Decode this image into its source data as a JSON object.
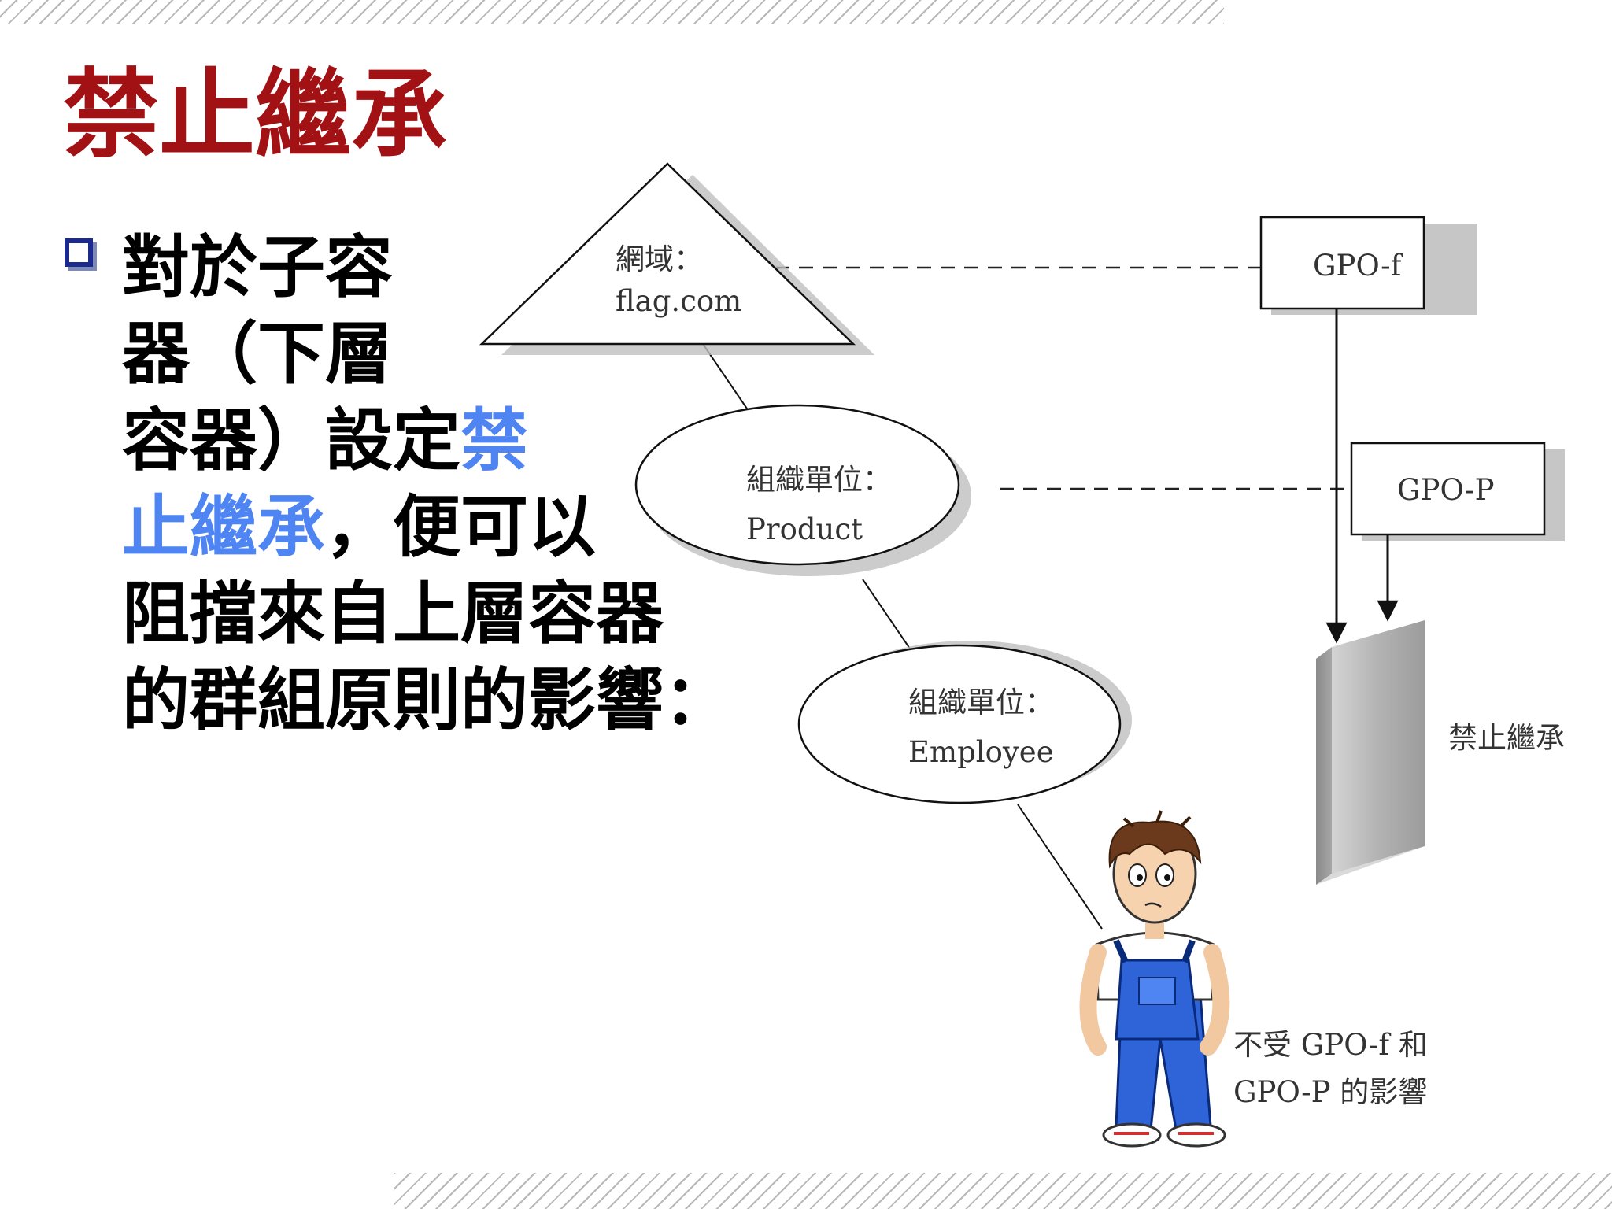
{
  "slide": {
    "title": "禁止繼承",
    "bullet": {
      "line1": "對於子容",
      "line2": "器（下層",
      "line3": "容器）設定",
      "line3_highlight": "禁",
      "line4_highlight": "止繼承",
      "line4": "，便可以",
      "line5": "阻擋來自上層容器",
      "line6": "的群組原則的影響："
    }
  },
  "diagram": {
    "domain": {
      "label": "網域：",
      "name": "flag.com"
    },
    "ou_product": {
      "label": "組織單位：",
      "name": "Product"
    },
    "ou_employee": {
      "label": "組織單位：",
      "name": "Employee"
    },
    "gpo_f": "GPO-f",
    "gpo_p": "GPO-P",
    "block_label": "禁止繼承",
    "note_line1": "不受 GPO-f 和",
    "note_line2": "GPO-P 的影響"
  },
  "colors": {
    "title": "#a21113",
    "highlight": "#4f85f2",
    "bullet_box": "#1b2a8c",
    "wall": "#a8a8a8"
  },
  "icons": {
    "bullet": "hollow-square-icon",
    "character": "cartoon-boy-overalls"
  }
}
